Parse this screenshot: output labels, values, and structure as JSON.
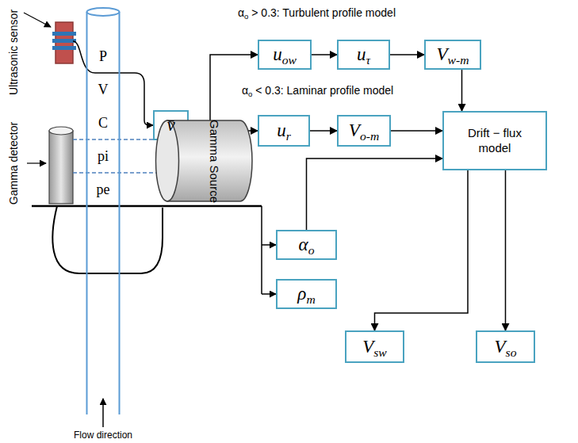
{
  "diagram": {
    "nodes": [
      {
        "text": [
          "PVC pipe"
        ]
      },
      {
        "text": [
          "v̄"
        ]
      },
      {
        "text": [
          "uow"
        ]
      },
      {
        "text": [
          "uτ"
        ]
      },
      {
        "text": [
          "Vw-m"
        ]
      },
      {
        "text": [
          "ur"
        ]
      },
      {
        "text": [
          "Vo-m"
        ]
      },
      {
        "text": [
          "Drift − flux model"
        ]
      },
      {
        "text": [
          "Gamma Source"
        ]
      },
      {
        "text": [
          "αo"
        ]
      },
      {
        "text": [
          "ρm"
        ]
      },
      {
        "text": [
          "Vsw"
        ]
      },
      {
        "text": [
          "Vso"
        ]
      }
    ],
    "edges": [
      {
        "from": 1,
        "to": 2,
        "arrow": "to"
      },
      {
        "from": 2,
        "to": 3,
        "arrow": "to"
      },
      {
        "from": 3,
        "to": 4,
        "arrow": "to"
      },
      {
        "from": 1,
        "to": 5,
        "arrow": "to"
      },
      {
        "from": 5,
        "to": 6,
        "arrow": "to"
      },
      {
        "from": 6,
        "to": 7,
        "arrow": "to"
      },
      {
        "from": 4,
        "to": 7,
        "arrow": "to"
      },
      {
        "from": 9,
        "to": 7,
        "arrow": "to"
      },
      {
        "from": 7,
        "to": 11,
        "arrow": "to"
      },
      {
        "from": 7,
        "to": 12,
        "arrow": "to"
      }
    ],
    "labels": [
      "αo > 0.3: Turbulent profile model",
      "αo < 0.3: Laminar profile model",
      "Ultrasonic sensor",
      "Gamma detector",
      "Flow direction"
    ]
  }
}
